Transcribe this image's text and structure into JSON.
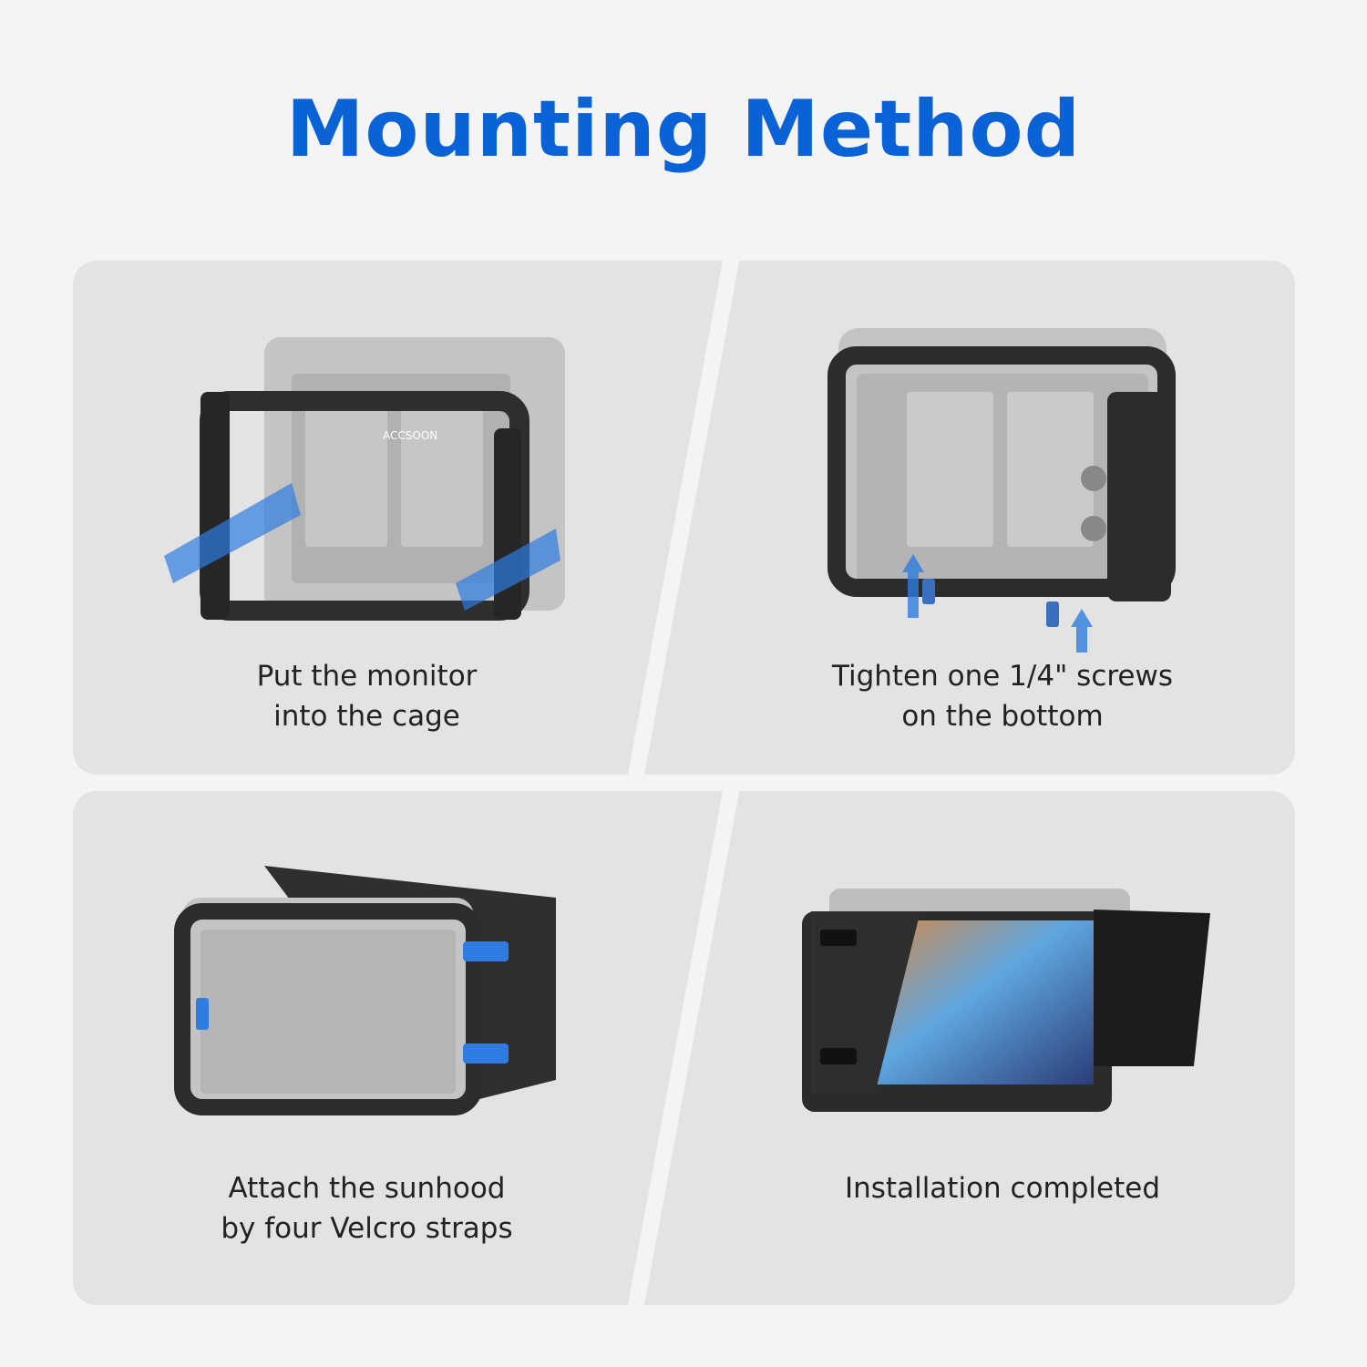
{
  "page": {
    "title": "Mounting Method",
    "title_color": "#0a63d6",
    "panel_color": "#e3e3e3",
    "background_color": "#f4f4f4"
  },
  "steps": [
    {
      "caption": "Put the monitor\ninto the cage"
    },
    {
      "caption": "Tighten one 1/4\" screws\non the bottom"
    },
    {
      "caption": "Attach the sunhood\nby four Velcro straps"
    },
    {
      "caption": "Installation completed"
    }
  ],
  "brand": {
    "logo_text": "ACCSOON",
    "accent": "#2f7de0"
  }
}
